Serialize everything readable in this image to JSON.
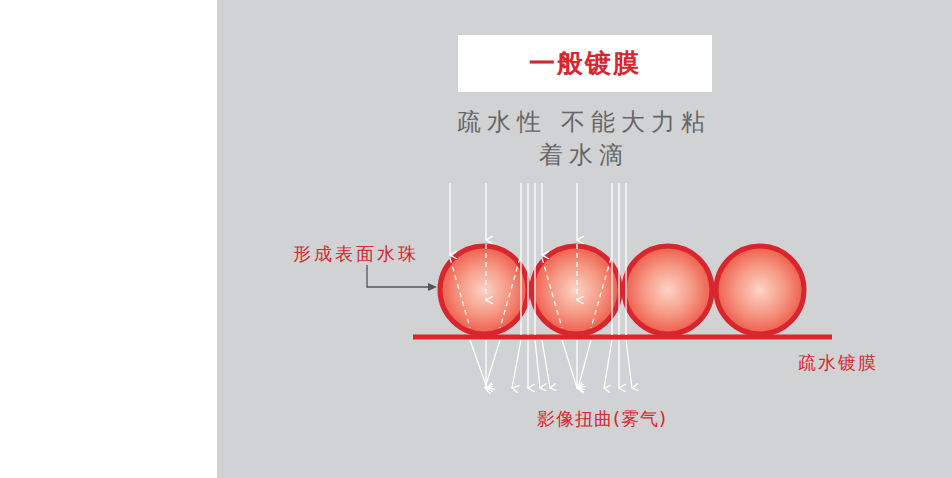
{
  "diagram": {
    "title": "一般镀膜",
    "labels": [
      "疏水性 不能大力粘着水滴",
      "形成表面水珠",
      "疏水镀膜",
      "影像扭曲(雾气)"
    ]
  }
}
